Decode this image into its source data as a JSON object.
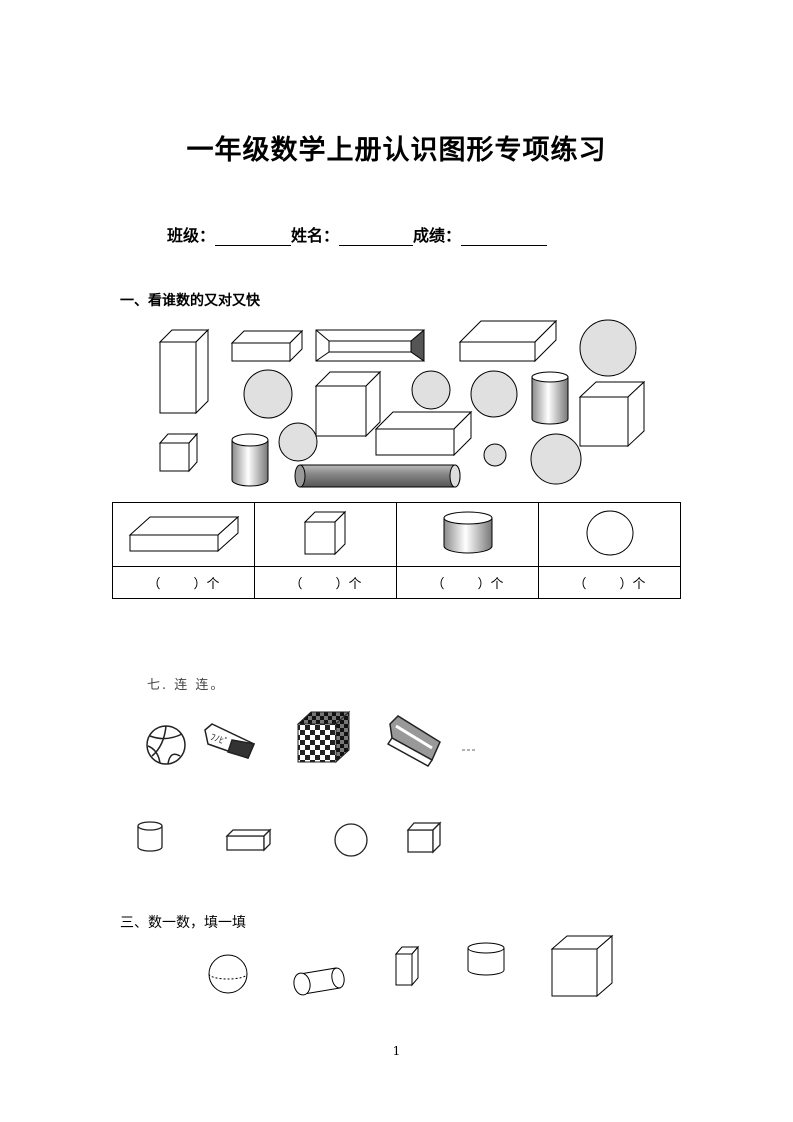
{
  "title": "一年级数学上册认识图形专项练习",
  "info": {
    "class_label": "班级：",
    "name_label": "姓名：",
    "score_label": "成绩："
  },
  "section1": {
    "title": "一、看谁数的又对又快",
    "count_cells": [
      {
        "open": "（",
        "close": "）个"
      },
      {
        "open": "（",
        "close": "）个"
      },
      {
        "open": "（",
        "close": "）个"
      },
      {
        "open": "（",
        "close": "）个"
      }
    ],
    "table_shapes": [
      "cuboid-icon",
      "cube-icon",
      "cylinder-icon",
      "sphere-icon"
    ]
  },
  "section2": {
    "title": "七. 连 连。",
    "objects": [
      "volleyball-icon",
      "chocolate-bar-icon",
      "rubiks-cube-icon",
      "candy-box-icon"
    ],
    "shapes": [
      "cylinder-icon",
      "cuboid-icon",
      "sphere-icon",
      "cube-icon"
    ]
  },
  "section3": {
    "title": "三、数一数，填一填",
    "shapes": [
      "sphere-icon",
      "lying-cylinder-icon",
      "tall-cuboid-icon",
      "cylinder-icon",
      "cube-icon"
    ]
  },
  "colors": {
    "shape_fill": "#e0e0e0",
    "line": "#000000"
  },
  "page_number": "1"
}
